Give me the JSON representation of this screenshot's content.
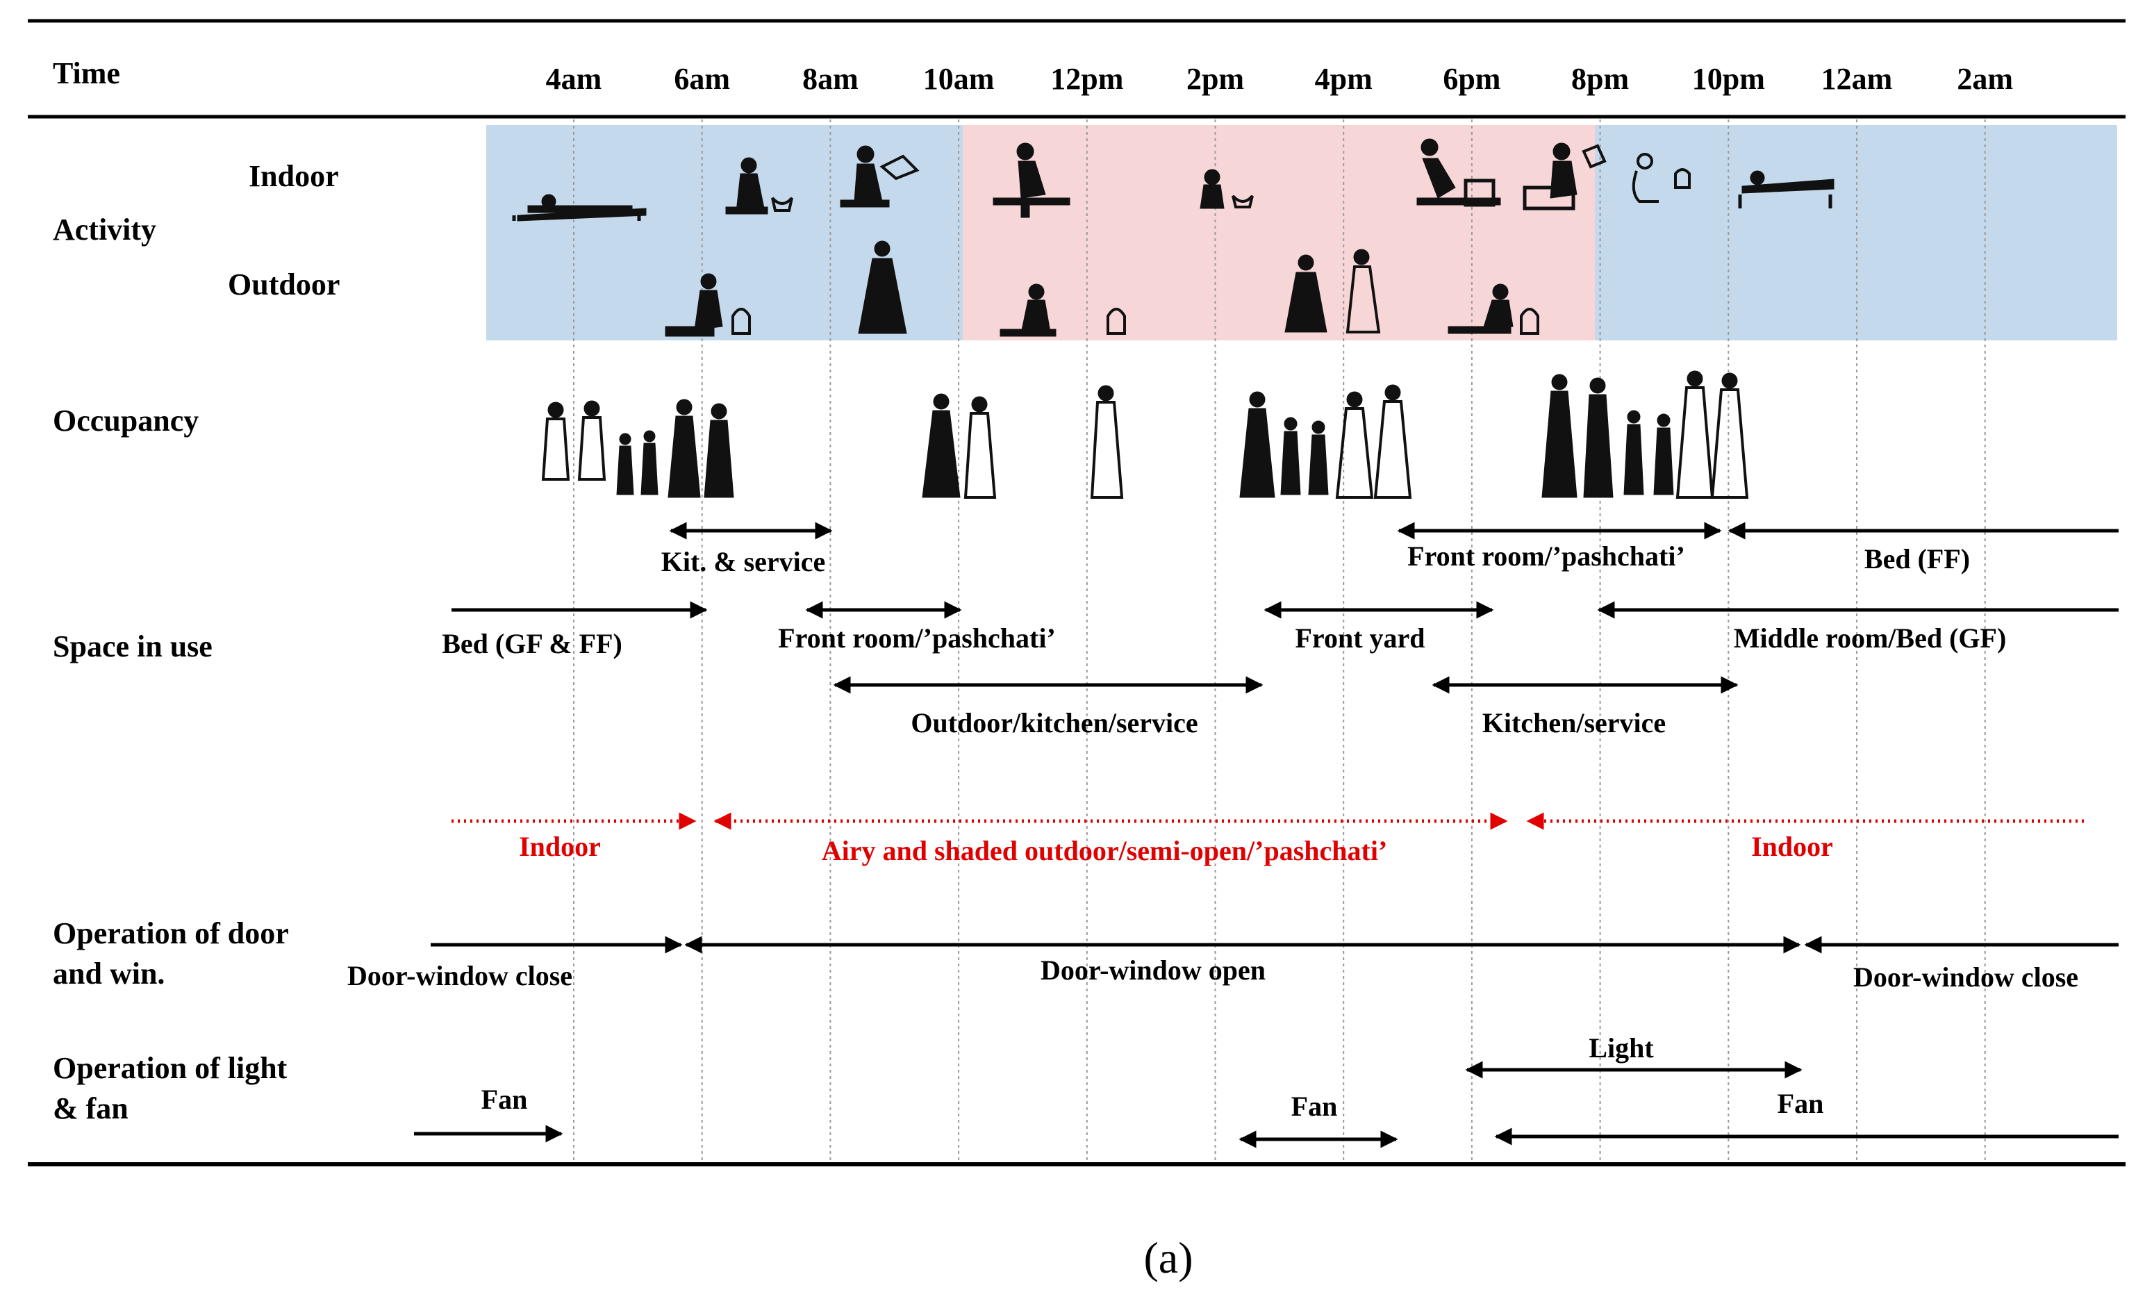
{
  "header": {
    "time_label": "Time",
    "ticks": [
      "4am",
      "6am",
      "8am",
      "10am",
      "12pm",
      "2pm",
      "4pm",
      "6pm",
      "8pm",
      "10pm",
      "12am",
      "2am"
    ]
  },
  "activity": {
    "label": "Activity",
    "indoor_label": "Indoor",
    "outdoor_label": "Outdoor",
    "colors": {
      "cool": "#c5d9ec",
      "warm": "#f7d6d8"
    }
  },
  "occupancy": {
    "label": "Occupancy"
  },
  "space_in_use": {
    "label": "Space in use",
    "spans": [
      {
        "text": "Kit. & service"
      },
      {
        "text": "Front room/’pashchati’"
      },
      {
        "text": "Bed (FF)"
      },
      {
        "text": "Bed (GF & FF)"
      },
      {
        "text": "Front room/’pashchati’"
      },
      {
        "text": "Front yard"
      },
      {
        "text": "Middle room/Bed (GF)"
      },
      {
        "text": "Outdoor/kitchen/service"
      },
      {
        "text": "Kitchen/service"
      }
    ]
  },
  "comfort": {
    "indoor_left": "Indoor",
    "middle": "Airy and shaded outdoor/semi-open/’pashchati’",
    "indoor_right": "Indoor",
    "color": "#e00000"
  },
  "door_window": {
    "label_line1": "Operation of door",
    "label_line2": "and win.",
    "close_left": "Door-window close",
    "open": "Door-window open",
    "close_right": "Door-window close"
  },
  "light_fan": {
    "label_line1": "Operation of light",
    "label_line2": "& fan",
    "fan_left": "Fan",
    "fan_mid": "Fan",
    "light": "Light",
    "fan_right": "Fan"
  },
  "caption": "(a)"
}
